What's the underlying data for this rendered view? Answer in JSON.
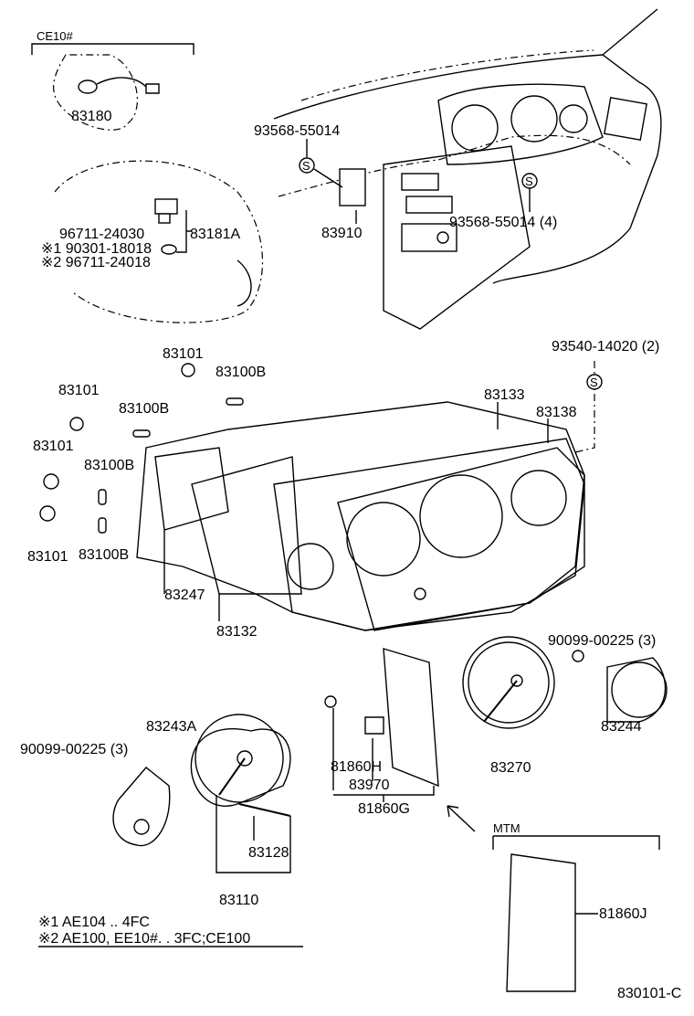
{
  "diagram": {
    "drawing_number": "830101-C",
    "labels": {
      "ce10": "CE10#",
      "p83180": "83180",
      "p93568_a": "93568-55014",
      "p83181a": "83181A",
      "p96711_24030": "96711-24030",
      "p90301": "※1 90301-18018",
      "p96711_24018": "※2 96711-24018",
      "p83910": "83910",
      "p93568_b": "93568-55014 (4)",
      "p83101_a": "83101",
      "p83100b_a": "83100B",
      "p93540": "93540-14020 (2)",
      "p83101_b": "83101",
      "p83100b_b": "83100B",
      "p83133": "83133",
      "p83138": "83138",
      "p83101_c": "83101",
      "p83100b_c": "83100B",
      "p83101_d": "83101",
      "p83100b_d": "83100B",
      "p83247": "83247",
      "p83132": "83132",
      "p90099_a": "90099-00225 (3)",
      "p83243a": "83243A",
      "p90099_b": "90099-00225 (3)",
      "p81860h": "81860H",
      "p83970": "83970",
      "p83270": "83270",
      "p83244": "83244",
      "p81860g": "81860G",
      "mtm": "MTM",
      "p83128": "83128",
      "p83110": "83110",
      "p81860j": "81860J",
      "screw_mark": "S"
    },
    "notes": [
      "※1 AE104 .. 4FC",
      "※2 AE100, EE10#. . 3FC;CE100"
    ]
  }
}
